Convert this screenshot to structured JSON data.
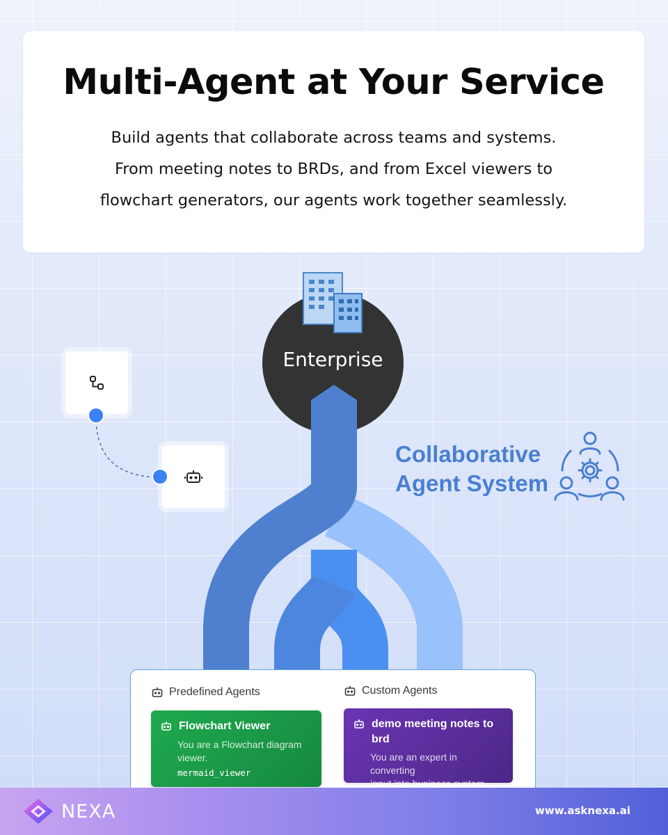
{
  "hero": {
    "title": "Multi-Agent at Your Service",
    "description_lines": [
      "Build agents that collaborate across teams and systems.",
      "From meeting notes to BRDs, and from Excel viewers to",
      "flowchart generators, our agents work together seamlessly."
    ]
  },
  "diagram": {
    "hub_label": "Enterprise",
    "hub_icon": "buildings-icon",
    "collab_label_lines": [
      "Collaborative",
      "Agent System"
    ],
    "collab_icon": "team-gear-icon",
    "node_icons": [
      "workflow-icon",
      "robot-icon"
    ],
    "colors": {
      "stream_dark": "#4f80d0",
      "stream_light": "#99c1fb",
      "stream_mid": "#4b8ff0",
      "hub": "#333333",
      "accent_text": "#4a7fd1"
    }
  },
  "panel": {
    "predefined": {
      "title": "Predefined Agents",
      "card": {
        "title": "Flowchart Viewer",
        "desc_lines": [
          "You are a Flowchart diagram",
          "viewer."
        ],
        "code": "mermaid_viewer",
        "color": "#1a9a47"
      }
    },
    "custom": {
      "title": "Custom Agents",
      "card": {
        "title_lines": [
          "demo meeting notes to",
          "brd"
        ],
        "desc_lines": [
          "You are an expert in converting",
          "input into business system..."
        ],
        "color": "#5c2f9e"
      }
    }
  },
  "footer": {
    "brand": "NEXA",
    "website": "www.asknexa.ai"
  }
}
